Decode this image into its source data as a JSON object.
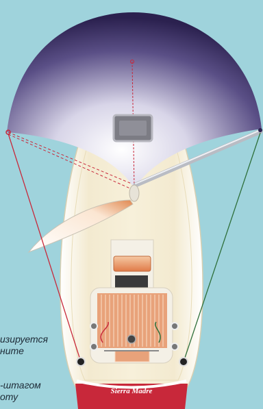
{
  "captions": {
    "line1a": "изируется",
    "line1b": "ните",
    "line2a": "-штагом",
    "line2b": "оту"
  },
  "boat_name": "Sierra Madre",
  "colors": {
    "background": "#9fd3dc",
    "spinnaker": "#3a2d60",
    "hull": "#f7f2df",
    "deck_wood": "#e8a27a",
    "transom": "#c8283a",
    "port_sheet": "#c8283a",
    "starboard_sheet": "#2e6f3a"
  }
}
